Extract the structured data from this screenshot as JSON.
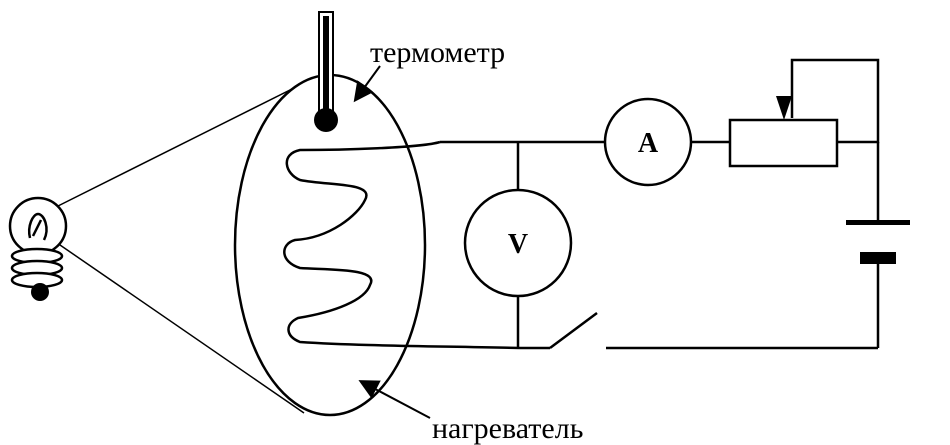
{
  "labels": {
    "thermometer": "термометр",
    "heater": "нагреватель",
    "ammeter": "A",
    "voltmeter": "V"
  },
  "colors": {
    "stroke": "#000000",
    "background": "#ffffff"
  }
}
